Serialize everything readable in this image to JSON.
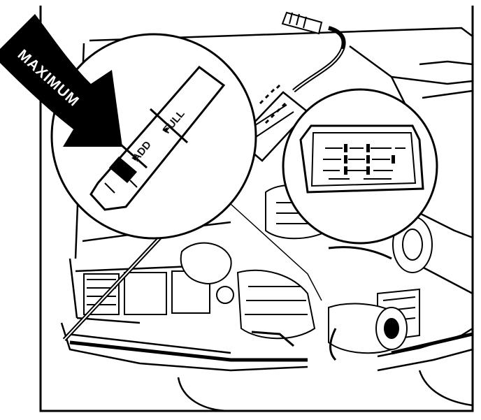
{
  "labels": {
    "maximum": "MAXIMUM",
    "full": "FULL",
    "add": "ADD"
  }
}
